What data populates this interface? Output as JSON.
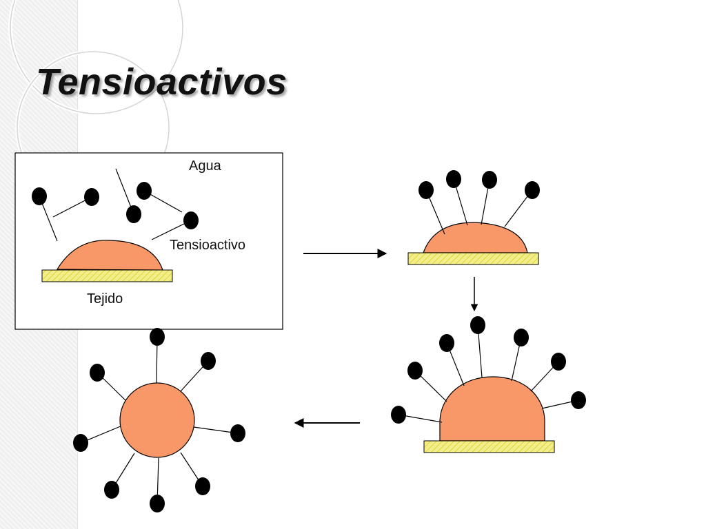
{
  "title": "Tensioactivos",
  "labels": {
    "water": "Agua",
    "surfactant": "Tensioactivo",
    "fabric": "Tejido"
  },
  "colors": {
    "soil": "#f89868",
    "fabric": "#f2ef8a",
    "surfactant_head": "#000000"
  }
}
